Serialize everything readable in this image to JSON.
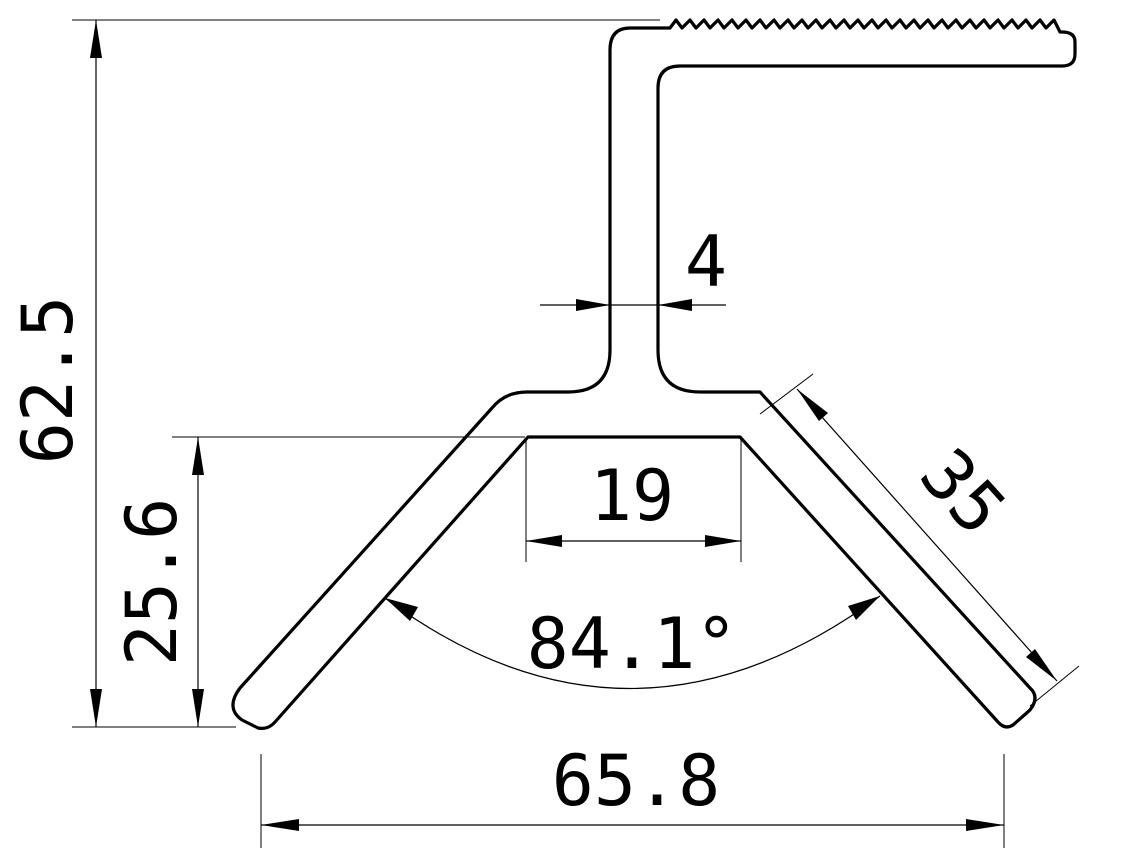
{
  "dimensions": {
    "overall_height": "62.5",
    "wing_height": "25.6",
    "stem_thickness": "4",
    "base_width": "19",
    "wing_length": "35",
    "wing_angle": "84.1°",
    "overall_width": "65.8"
  },
  "colors": {
    "line": "#000000",
    "background": "#ffffff"
  }
}
